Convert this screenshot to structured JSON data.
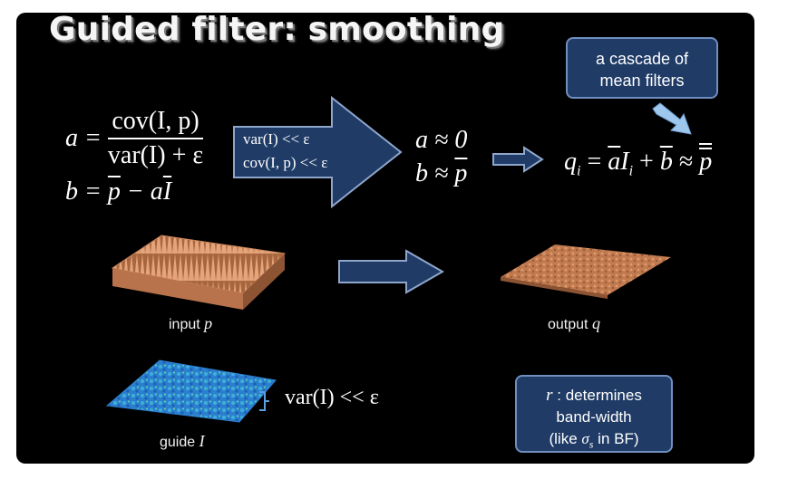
{
  "slide": {
    "title": "Guided filter: smoothing",
    "callout_mean": {
      "line1": "a cascade of",
      "line2": "mean filters"
    },
    "callout_r": {
      "line1_var": "r",
      "line1_rest": " : determines",
      "line2": "band-width",
      "line3_pre": "(like ",
      "line3_sym": "σ",
      "line3_sub": "s",
      "line3_post": " in BF)"
    },
    "formula_a": {
      "lhs": "a =",
      "num": "cov(I, p)",
      "den": "var(I) + ε"
    },
    "formula_b": {
      "lhs": "b =",
      "p": "p",
      "mid": " − a",
      "I": "I"
    },
    "arrow_conditions": {
      "c1": "var(I) << ε",
      "c2": "cov(I, p) << ε"
    },
    "approx": {
      "a": "a ≈ 0",
      "b_lhs": "b ≈ ",
      "b_p": "p"
    },
    "result": {
      "q": "q",
      "qsub": "i",
      "eq": " = ",
      "a": "a",
      "I": "I",
      "Isub": "i",
      "plus": " + ",
      "b": "b",
      "approx": " ≈ ",
      "p": "p"
    },
    "guide_condition": "var(I) << ε",
    "labels": {
      "input_text": "input ",
      "input_var": "p",
      "output_text": "output ",
      "output_var": "q",
      "guide_text": "guide ",
      "guide_var": "I"
    },
    "colors": {
      "arrow_fill": "#1f3b66",
      "arrow_stroke": "#8fa6cc",
      "copper": "#c8845a",
      "guide_blue": "#2a7fd0"
    }
  }
}
